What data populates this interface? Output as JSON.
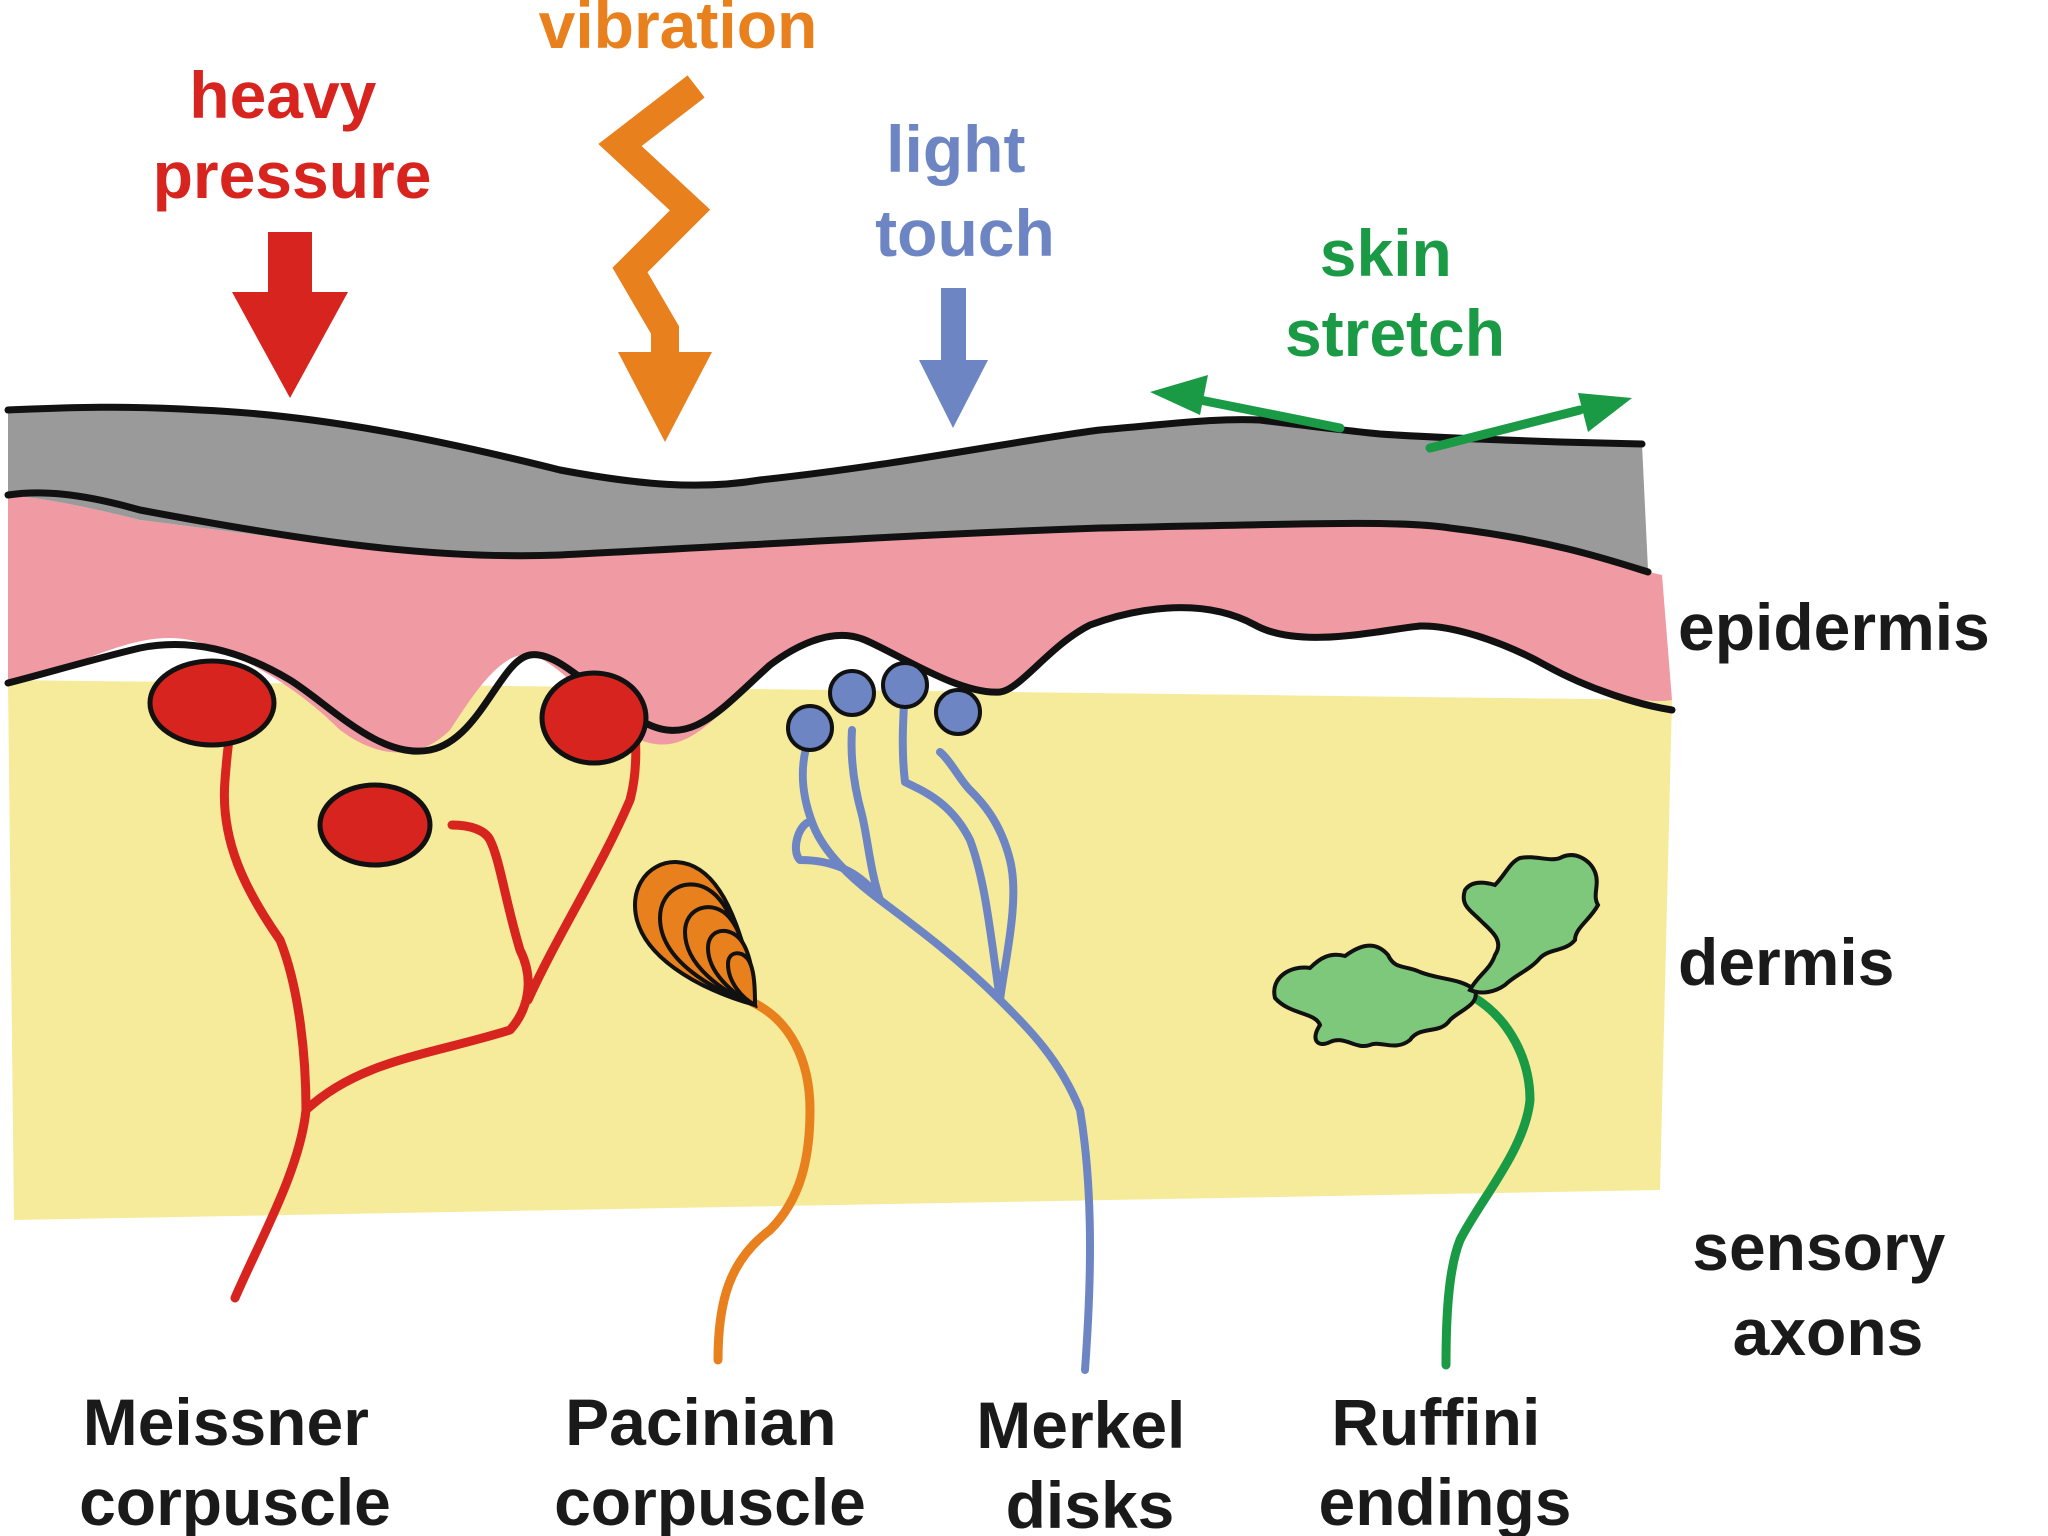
{
  "stimuli": {
    "heavy_pressure": [
      "heavy",
      "pressure"
    ],
    "vibration": [
      "vibration"
    ],
    "light_touch": [
      "light",
      "touch"
    ],
    "skin_stretch": [
      "skin",
      "stretch"
    ]
  },
  "layers": {
    "epidermis": "epidermis",
    "dermis": "dermis",
    "sensory_axons": [
      "sensory",
      "axons"
    ]
  },
  "receptors": {
    "meissner": [
      "Meissner",
      "corpuscle"
    ],
    "pacinian": [
      "Pacinian",
      "corpuscle"
    ],
    "merkel": [
      "Merkel",
      "disks"
    ],
    "ruffini": [
      "Ruffini",
      "endings"
    ]
  },
  "colors": {
    "heavy_pressure": "#d8241f",
    "vibration": "#e8801e",
    "light_touch": "#6d86c3",
    "skin_stretch": "#1a9a45",
    "ruffini_fill": "#7dc87a",
    "stratum_corneum": "#9a9a9a",
    "epidermis": "#f09aa4",
    "dermis": "#f6eb9a",
    "outline": "#111111",
    "text": "#1a1a1a"
  }
}
